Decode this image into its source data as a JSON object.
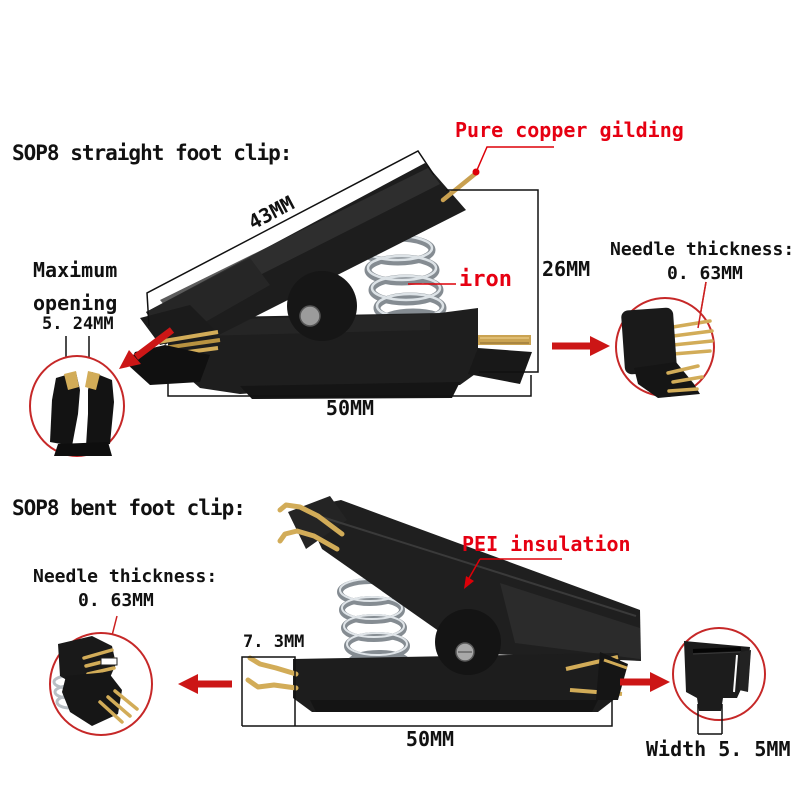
{
  "colors": {
    "accent_red": "#e60012",
    "arrow_red": "#cc1616",
    "circle_red": "#c62828",
    "gold": "#d2ac58",
    "body_black": "#1d1d1d",
    "spring_gray": "#9aa1a7"
  },
  "straight": {
    "title": "SOP8 straight foot clip:",
    "copper_label": "Pure copper gilding",
    "iron_label": "iron",
    "arm_length": "43MM",
    "height": "26MM",
    "total_length": "50MM",
    "max_opening_line1": "Maximum",
    "max_opening_line2": "opening",
    "max_opening_value": "5. 24MM",
    "needle_label": "Needle thickness:",
    "needle_value": "0. 63MM"
  },
  "bent": {
    "title": "SOP8 bent foot clip:",
    "pei_label": "PEI insulation",
    "pin_length": "7. 3MM",
    "total_length": "50MM",
    "needle_label": "Needle thickness:",
    "needle_value": "0. 63MM",
    "width_label": "Width 5. 5MM"
  }
}
